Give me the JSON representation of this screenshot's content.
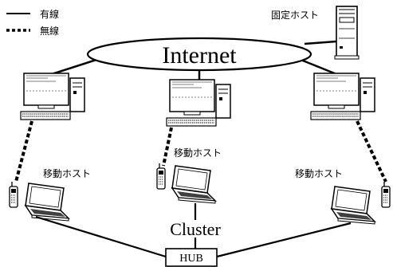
{
  "legend": {
    "wired_label": "有線",
    "wireless_label": "無線"
  },
  "labels": {
    "internet": "Internet",
    "fixed_host": "固定ホスト",
    "mobile_host_left": "移動ホスト",
    "mobile_host_center": "移動ホスト",
    "mobile_host_right": "移動ホスト",
    "cluster": "Cluster",
    "hub": "HUB"
  },
  "icons": {
    "fixed_host": "tower-computer-icon",
    "base_station": "desktop-computer-icon",
    "mobile_host": "laptop-icon",
    "phone": "mobile-phone-icon"
  },
  "colors": {
    "line": "#000000",
    "background": "#ffffff"
  }
}
